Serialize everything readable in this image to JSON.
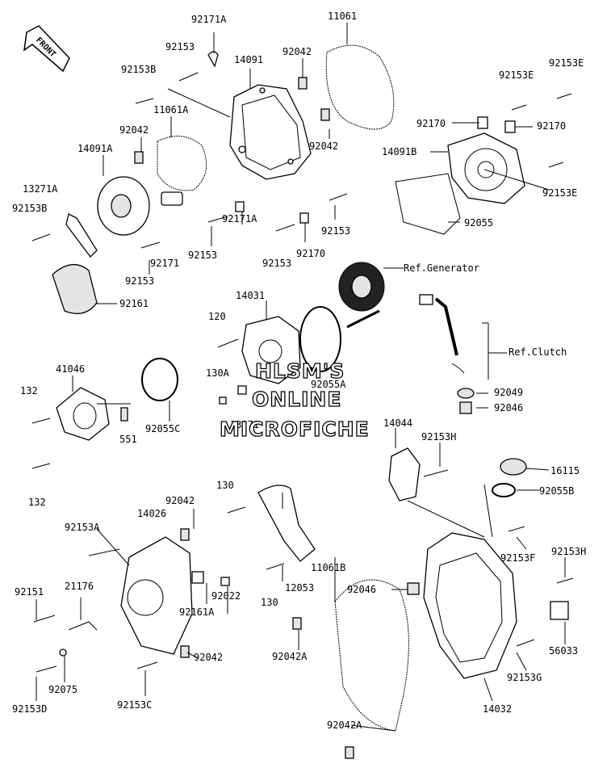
{
  "front_tag": "FRONT",
  "labels": {
    "l_92171A": "92171A",
    "l_11061": "11061",
    "l_92153a": "92153",
    "l_14091": "14091",
    "l_92042a": "92042",
    "l_92153B": "92153B",
    "l_92153E_a": "92153E",
    "l_92153E_b": "92153E",
    "l_11061A": "11061A",
    "l_92042b": "92042",
    "l_92042c": "92042",
    "l_92170a": "92170",
    "l_92170b": "92170",
    "l_14091A": "14091A",
    "l_14091B": "14091B",
    "l_13271A": "13271A",
    "l_92153E_c": "92153E",
    "l_92153B2": "92153B",
    "l_92171A2": "92171A",
    "l_92153b": "92153",
    "l_92055": "92055",
    "l_92171": "92171",
    "l_92153c": "92153",
    "l_92153d": "92153",
    "l_92170c": "92170",
    "l_92153e": "92153",
    "l_RefGen": "Ref.Generator",
    "l_92161": "92161",
    "l_14031": "14031",
    "l_120": "120",
    "l_RefClutch": "Ref.Clutch",
    "l_41046": "41046",
    "l_130A": "130A",
    "l_92055A": "92055A",
    "l_92049": "92049",
    "l_132a": "132",
    "l_92046a": "92046",
    "l_551": "551",
    "l_92055C": "92055C",
    "l_13271": "13271",
    "l_14044": "14044",
    "l_92153H": "92153H",
    "l_132b": "132",
    "l_16115": "16115",
    "l_130a": "130",
    "l_92055B": "92055B",
    "l_92042d": "92042",
    "l_14026": "14026",
    "l_92153A": "92153A",
    "l_92153F": "92153F",
    "l_92153H2": "92153H",
    "l_11061B": "11061B",
    "l_21176": "21176",
    "l_92151": "92151",
    "l_92022": "92022",
    "l_130b": "130",
    "l_12053": "12053",
    "l_92046b": "92046",
    "l_92161A": "92161A",
    "l_92042e": "92042",
    "l_92042A": "92042A",
    "l_56033": "56033",
    "l_92075": "92075",
    "l_92153G": "92153G",
    "l_92153D": "92153D",
    "l_92153C": "92153C",
    "l_14032": "14032",
    "l_92042A2": "92042A"
  },
  "watermark": {
    "line1": "HLSM'S",
    "line2": "ONLINE",
    "line3": "MICROFICHE"
  }
}
